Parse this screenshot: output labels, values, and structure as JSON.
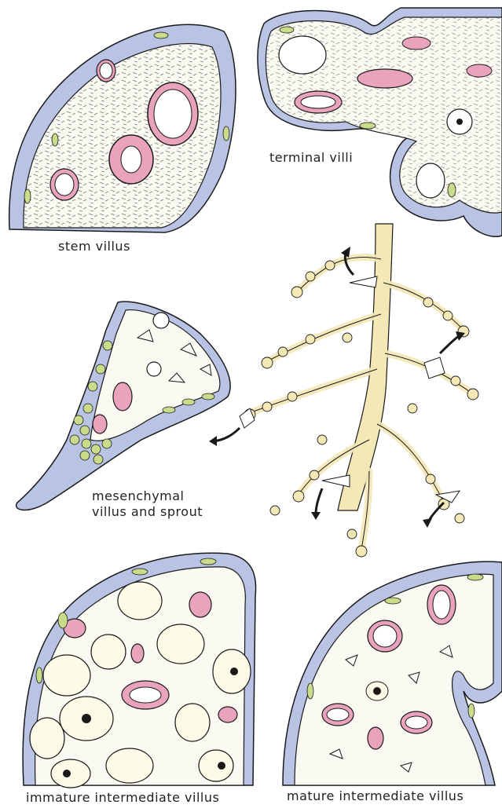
{
  "labels": {
    "stem_villus": "stem  villus",
    "terminal_villi": "terminal villi",
    "mesenchymal_line1": "mesenchymal",
    "mesenchymal_line2": "villus and sprout",
    "immature": "immature intermediate villus",
    "mature": "mature intermediate villus"
  },
  "colors": {
    "trophoblast": "#b9c4e4",
    "cell_green": "#c9dc8a",
    "vessel_pink": "#e9a3bd",
    "tree_yellow": "#f3e8b6",
    "outline": "#1a1a1a"
  }
}
